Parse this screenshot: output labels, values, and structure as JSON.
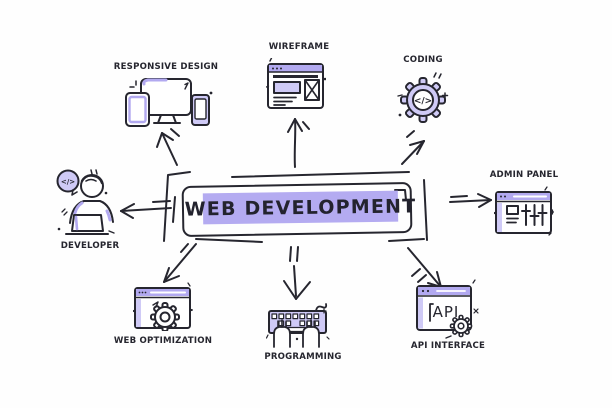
{
  "title": "Web Development doodle mind-map",
  "colors": {
    "background": "#fefefe",
    "ink": "#26262f",
    "accent": "#b2a9f0",
    "accent_light": "#cfcaf6",
    "highlight": "#b4abf1"
  },
  "center": {
    "title": "WEB DEVELOPMENT"
  },
  "glyphs": {
    "code": "</>"
  },
  "nodes": [
    {
      "id": "responsive-design",
      "label": "RESPONSIVE DESIGN",
      "icon": "responsive-devices-icon"
    },
    {
      "id": "wireframe",
      "label": "WIREFRAME",
      "icon": "wireframe-browser-icon"
    },
    {
      "id": "coding",
      "label": "CODING",
      "icon": "coding-gear-icon"
    },
    {
      "id": "developer",
      "label": "DEVELOPER",
      "icon": "developer-at-laptop-icon"
    },
    {
      "id": "admin-panel",
      "label": "ADMIN PANEL",
      "icon": "admin-panel-sliders-icon"
    },
    {
      "id": "web-optimization",
      "label": "WEB OPTIMIZATION",
      "icon": "browser-gear-icon"
    },
    {
      "id": "programming",
      "label": "PROGRAMMING",
      "icon": "keyboard-typing-hands-icon"
    },
    {
      "id": "api-interface",
      "label": "API INTERFACE",
      "icon": "api-browser-gear-icon",
      "icon_text": "API"
    }
  ],
  "connections": [
    {
      "from": "web-development",
      "to": "responsive-design"
    },
    {
      "from": "web-development",
      "to": "wireframe"
    },
    {
      "from": "web-development",
      "to": "coding"
    },
    {
      "from": "web-development",
      "to": "developer"
    },
    {
      "from": "web-development",
      "to": "admin-panel"
    },
    {
      "from": "web-development",
      "to": "web-optimization"
    },
    {
      "from": "web-development",
      "to": "programming"
    },
    {
      "from": "web-development",
      "to": "api-interface"
    }
  ]
}
